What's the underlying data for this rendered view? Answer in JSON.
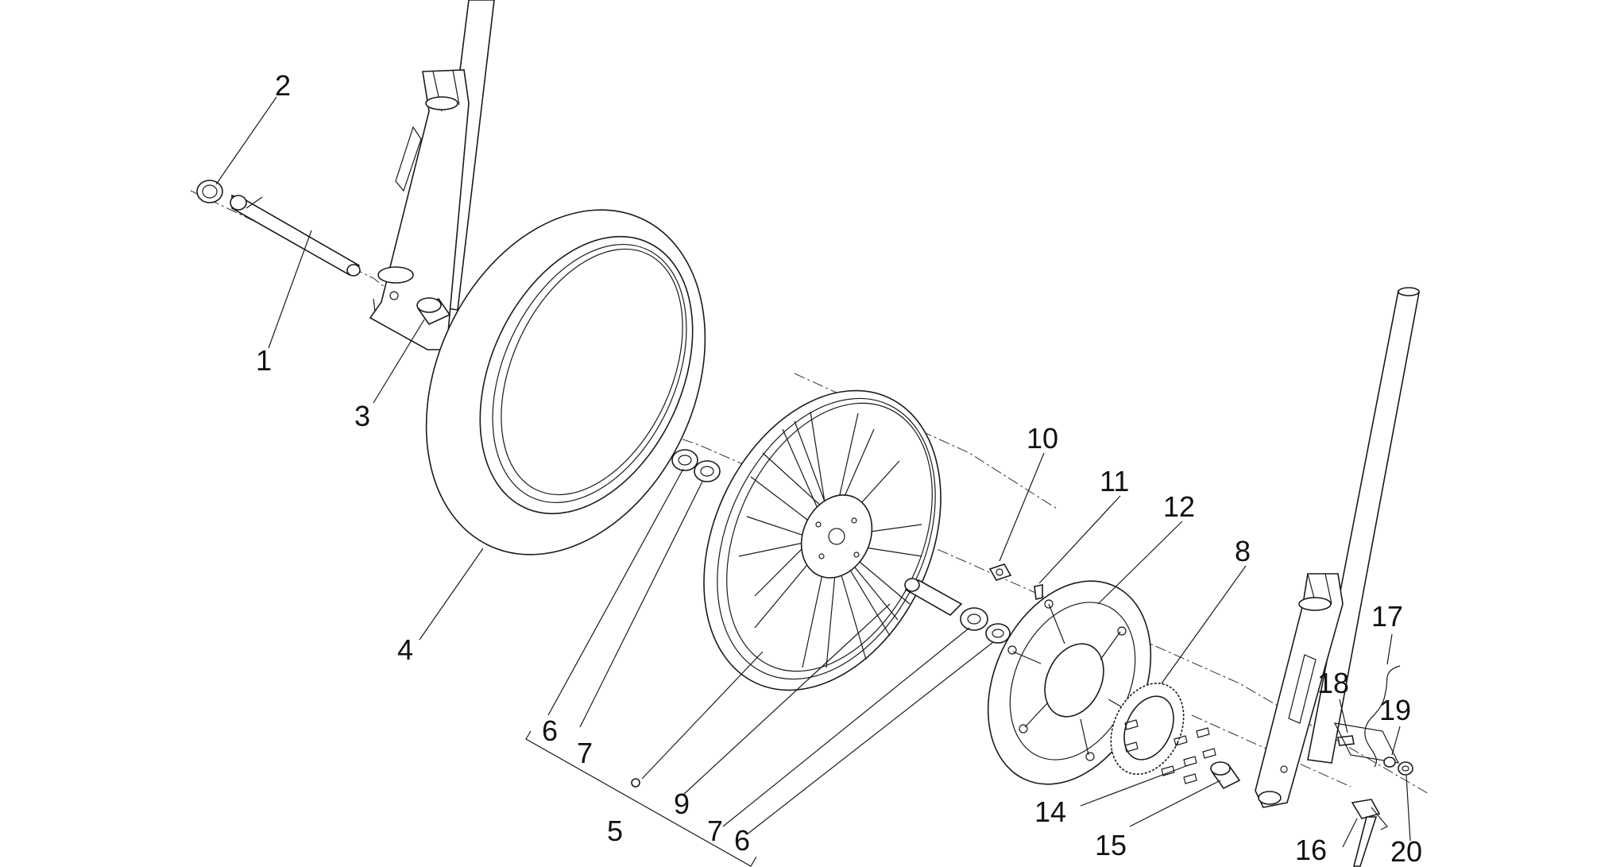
{
  "callouts": {
    "c1": "1",
    "c2": "2",
    "c3": "3",
    "c4": "4",
    "c5": "5",
    "c6a": "6",
    "c6b": "6",
    "c7a": "7",
    "c7b": "7",
    "c8": "8",
    "c9": "9",
    "c10": "10",
    "c11": "11",
    "c12": "12",
    "c14": "14",
    "c15": "15",
    "c16": "16",
    "c17": "17",
    "c18": "18",
    "c19": "19",
    "c20": "20"
  },
  "colors": {
    "line": "#1a1a1a",
    "background": "#ffffff"
  }
}
